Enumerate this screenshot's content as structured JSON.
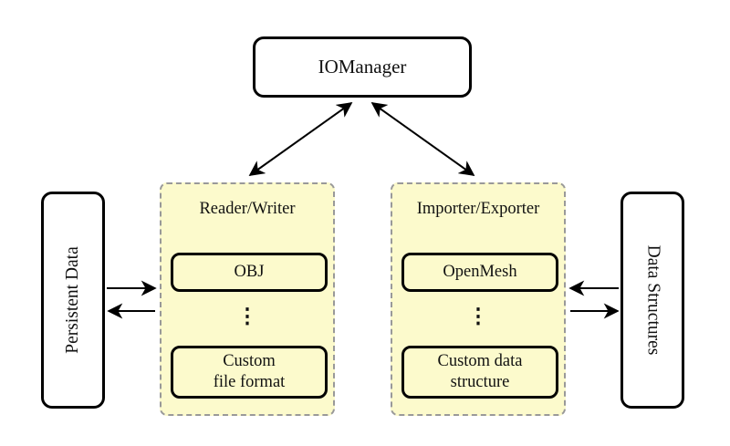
{
  "io_manager": {
    "label": "IOManager"
  },
  "reader_writer": {
    "title": "Reader/Writer",
    "items": [
      {
        "label": "OBJ"
      },
      {
        "label": "Custom\nfile format"
      }
    ],
    "ellipsis": "⋮"
  },
  "importer_exporter": {
    "title": "Importer/Exporter",
    "items": [
      {
        "label": "OpenMesh"
      },
      {
        "label": "Custom data\nstructure"
      }
    ],
    "ellipsis": "⋮"
  },
  "persistent_data": {
    "label": "Persistent Data"
  },
  "data_structures": {
    "label": "Data Structures"
  },
  "colors": {
    "group_fill": "#FCFACC",
    "group_border": "#999999",
    "node_border": "#000000",
    "node_fill": "#FFFFFF",
    "arrow": "#000000"
  }
}
